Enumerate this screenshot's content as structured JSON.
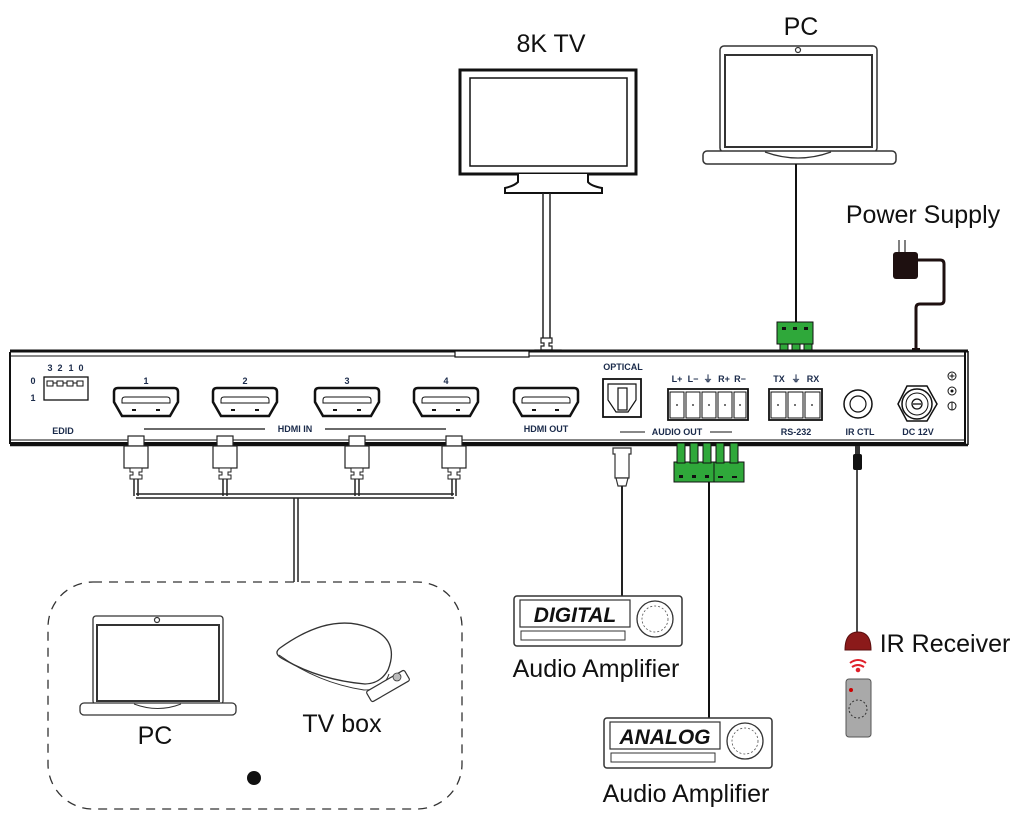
{
  "title": "HDMI Switch Connection Diagram",
  "devices": {
    "tv": {
      "label": "8K TV"
    },
    "pc_top": {
      "label": "PC"
    },
    "power_supply": {
      "label": "Power Supply"
    },
    "ir_receiver": {
      "label": "IR Receiver"
    },
    "digital_amp": {
      "display": "DIGITAL",
      "label": "Audio Amplifier"
    },
    "analog_amp": {
      "display": "ANALOG",
      "label": "Audio Amplifier"
    },
    "source_group": {
      "pc": {
        "label": "PC"
      },
      "tvbox": {
        "label": "TV box"
      }
    }
  },
  "panel": {
    "edid": {
      "label": "EDID",
      "bits": [
        "3",
        "2",
        "1",
        "0"
      ],
      "rows": [
        "0",
        "1"
      ]
    },
    "hdmi_in": {
      "label": "HDMI IN",
      "ports": [
        "1",
        "2",
        "3",
        "4"
      ]
    },
    "hdmi_out": {
      "label": "HDMI OUT"
    },
    "optical": {
      "label": "OPTICAL"
    },
    "audio_out": {
      "label": "AUDIO OUT",
      "pins": [
        "L+",
        "L−",
        "⏚",
        "R+",
        "R−"
      ]
    },
    "rs232": {
      "label": "RS-232",
      "pins": [
        "TX",
        "⏚",
        "RX"
      ]
    },
    "ir_ctl": {
      "label": "IR CTL"
    },
    "dc": {
      "label": "DC 12V"
    }
  },
  "colors": {
    "line": "#1a1a1a",
    "terminal_green": "#2fa83a",
    "ir_red": "#8b1a1a",
    "ir_wave": "#e0202a",
    "remote_gray": "#a9a9a9",
    "panel_text": "#1a2a4a"
  }
}
